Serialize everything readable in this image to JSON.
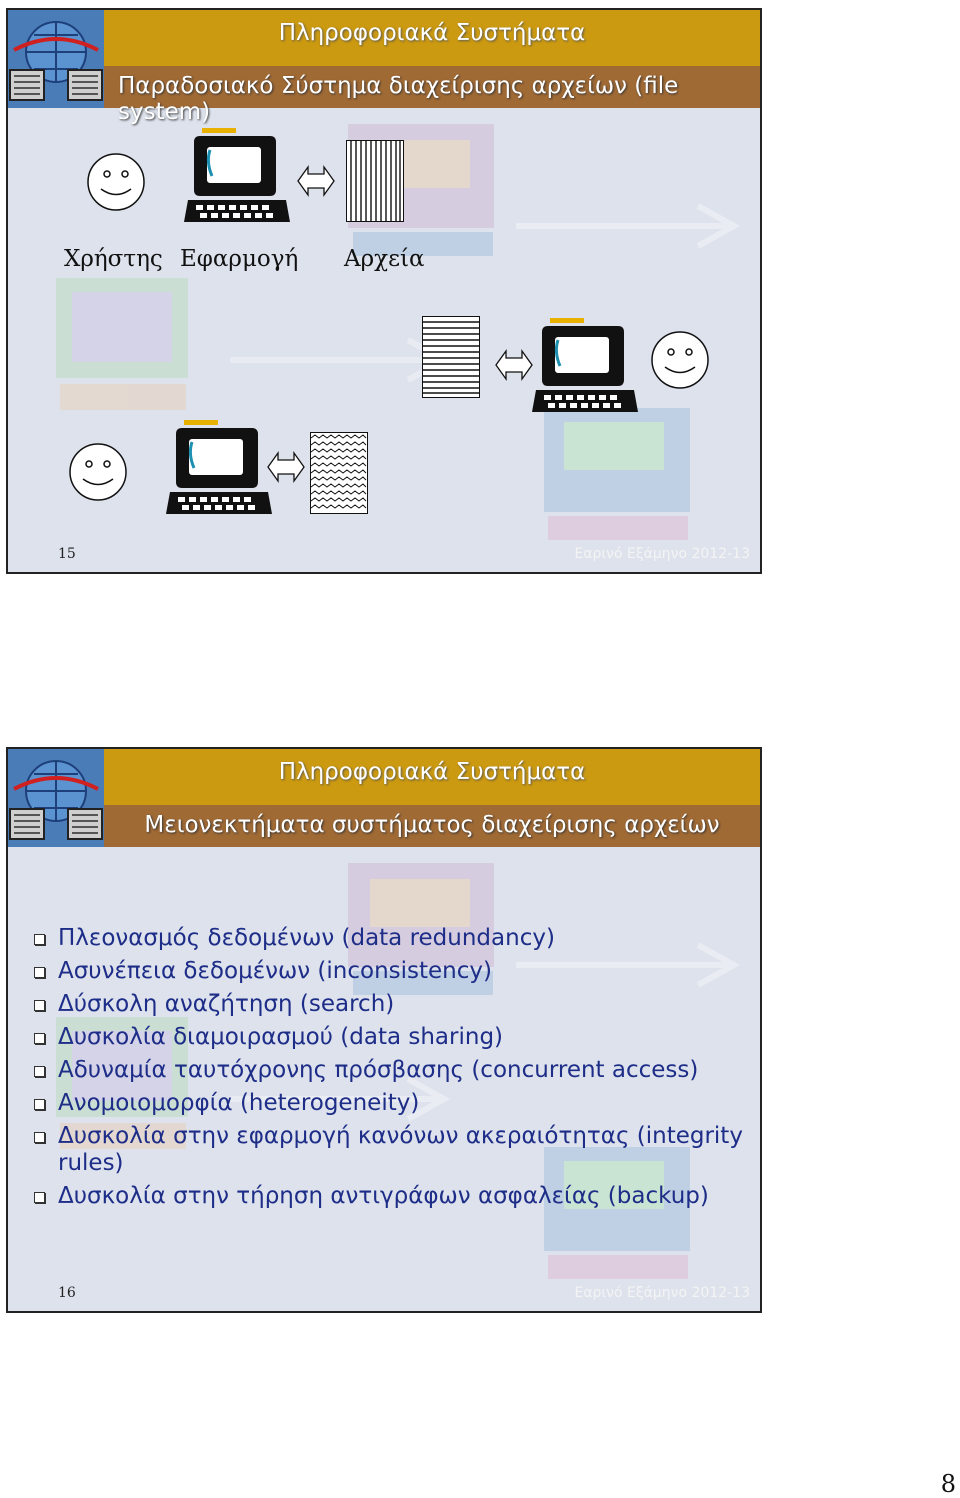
{
  "slide1": {
    "title": "Πληροφοριακά Συστήματα",
    "subtitle": "Παραδοσιακό Σύστημα διαχείρισης αρχείων (file system)",
    "label_user": "Χρήστης",
    "label_app": "Εφαρμογή",
    "label_files": "Αρχεία",
    "number": "15",
    "semester": "Εαρινό Εξάμηνο 2012-13"
  },
  "slide2": {
    "title": "Πληροφοριακά Συστήματα",
    "subtitle": "Μειονεκτήματα συστήματος διαχείρισης αρχείων",
    "bullets": [
      "Πλεονασμός δεδομένων (data redundancy)",
      "Ασυνέπεια δεδομένων (inconsistency)",
      "Δύσκολη αναζήτηση (search)",
      "Δυσκολία διαμοιρασμού (data sharing)",
      "Αδυναμία ταυτόχρονης πρόσβασης (concurrent access)",
      "Ανομοιομορφία (heterogeneity)",
      "Δυσκολία στην εφαρμογή κανόνων ακεραιότητας (integrity rules)",
      "Δυσκολία στην τήρηση αντιγράφων ασφαλείας (backup)"
    ],
    "number": "16",
    "semester": "Εαρινό Εξάμηνο 2012-13"
  },
  "page_number": "8"
}
